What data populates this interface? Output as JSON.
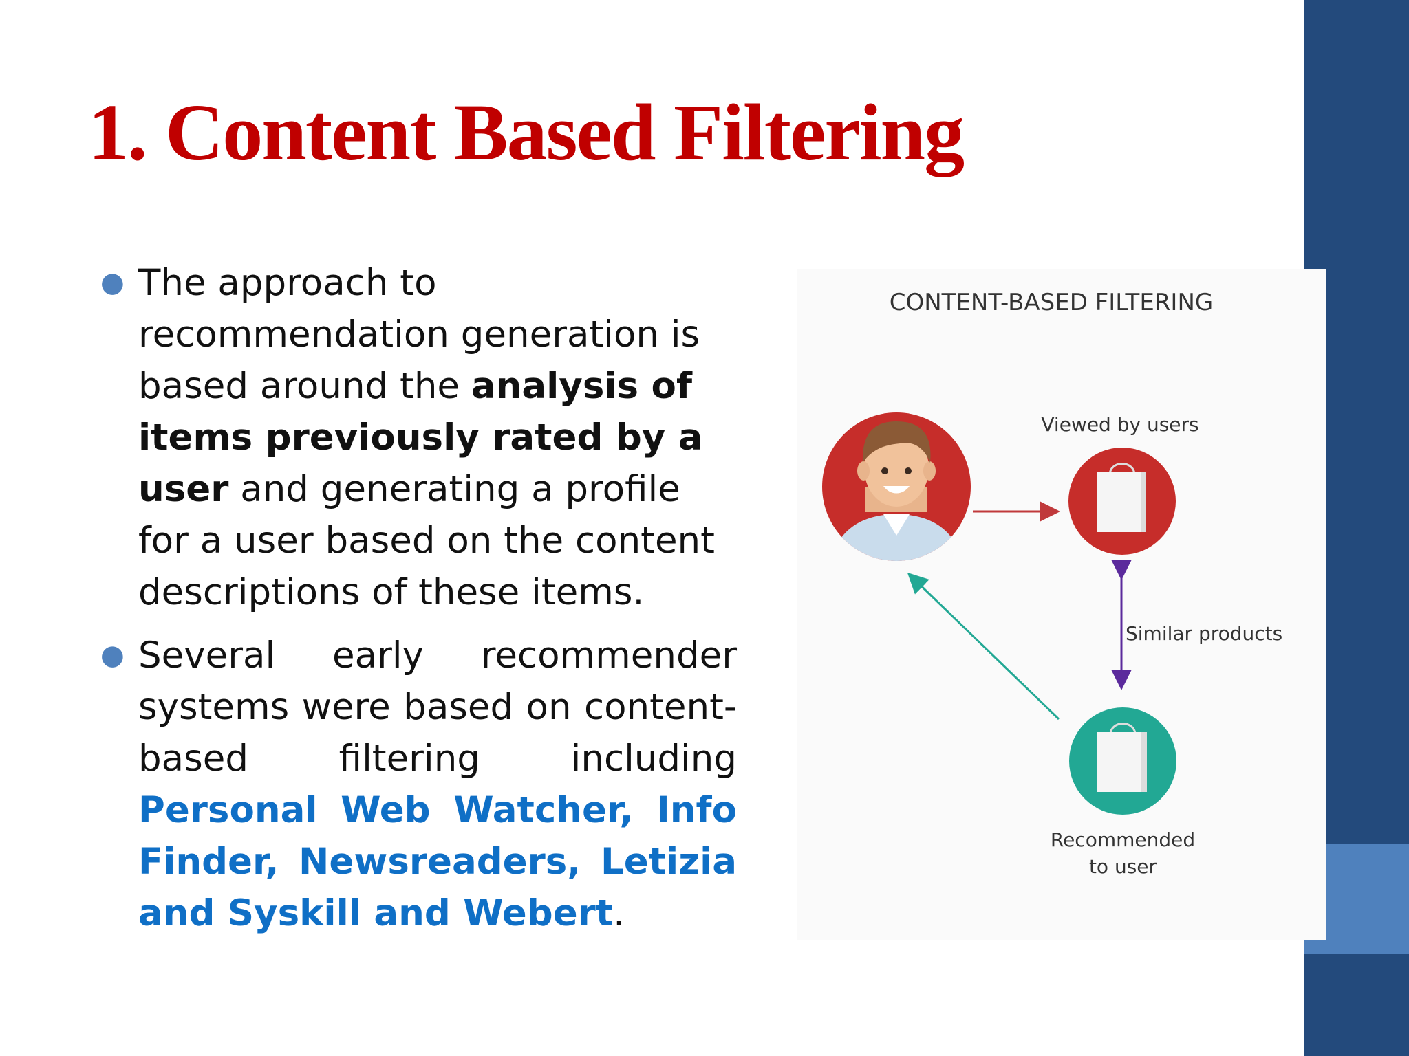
{
  "slide": {
    "title": "1. Content Based Filtering"
  },
  "bullets": [
    {
      "intro": "The approach to recommendation generation is based around the ",
      "bold": "analysis of items previously rated by a user",
      "rest": " and generating a profile for a user based on the content descriptions of these items."
    },
    {
      "intro": "Several early recommender systems were based on content-based filtering including ",
      "highlight": "Personal Web Watcher, Info Finder, Newsreaders, Letizia and Syskill and Webert",
      "end": "."
    }
  ],
  "figure": {
    "title": "CONTENT-BASED FILTERING",
    "viewed_label": "Viewed by users",
    "similar_label": "Similar products",
    "recommended_line1": "Recommended",
    "recommended_line2": "to user",
    "icons": [
      "user-avatar-icon",
      "shopping-bag-icon"
    ],
    "colors": {
      "user_circle": "#c62d2a",
      "viewed_circle": "#c62d2a",
      "recommended_circle": "#22a894",
      "red_arrow": "#c0393b",
      "teal_arrow": "#22a894",
      "purple_arrow": "#5b2a9c"
    }
  },
  "theme": {
    "title_color": "#c00000",
    "bar_color": "#234a7c",
    "bar_accent": "#4f81bd",
    "bullet_color": "#4f81bd",
    "link_color": "#0f6fc6"
  }
}
